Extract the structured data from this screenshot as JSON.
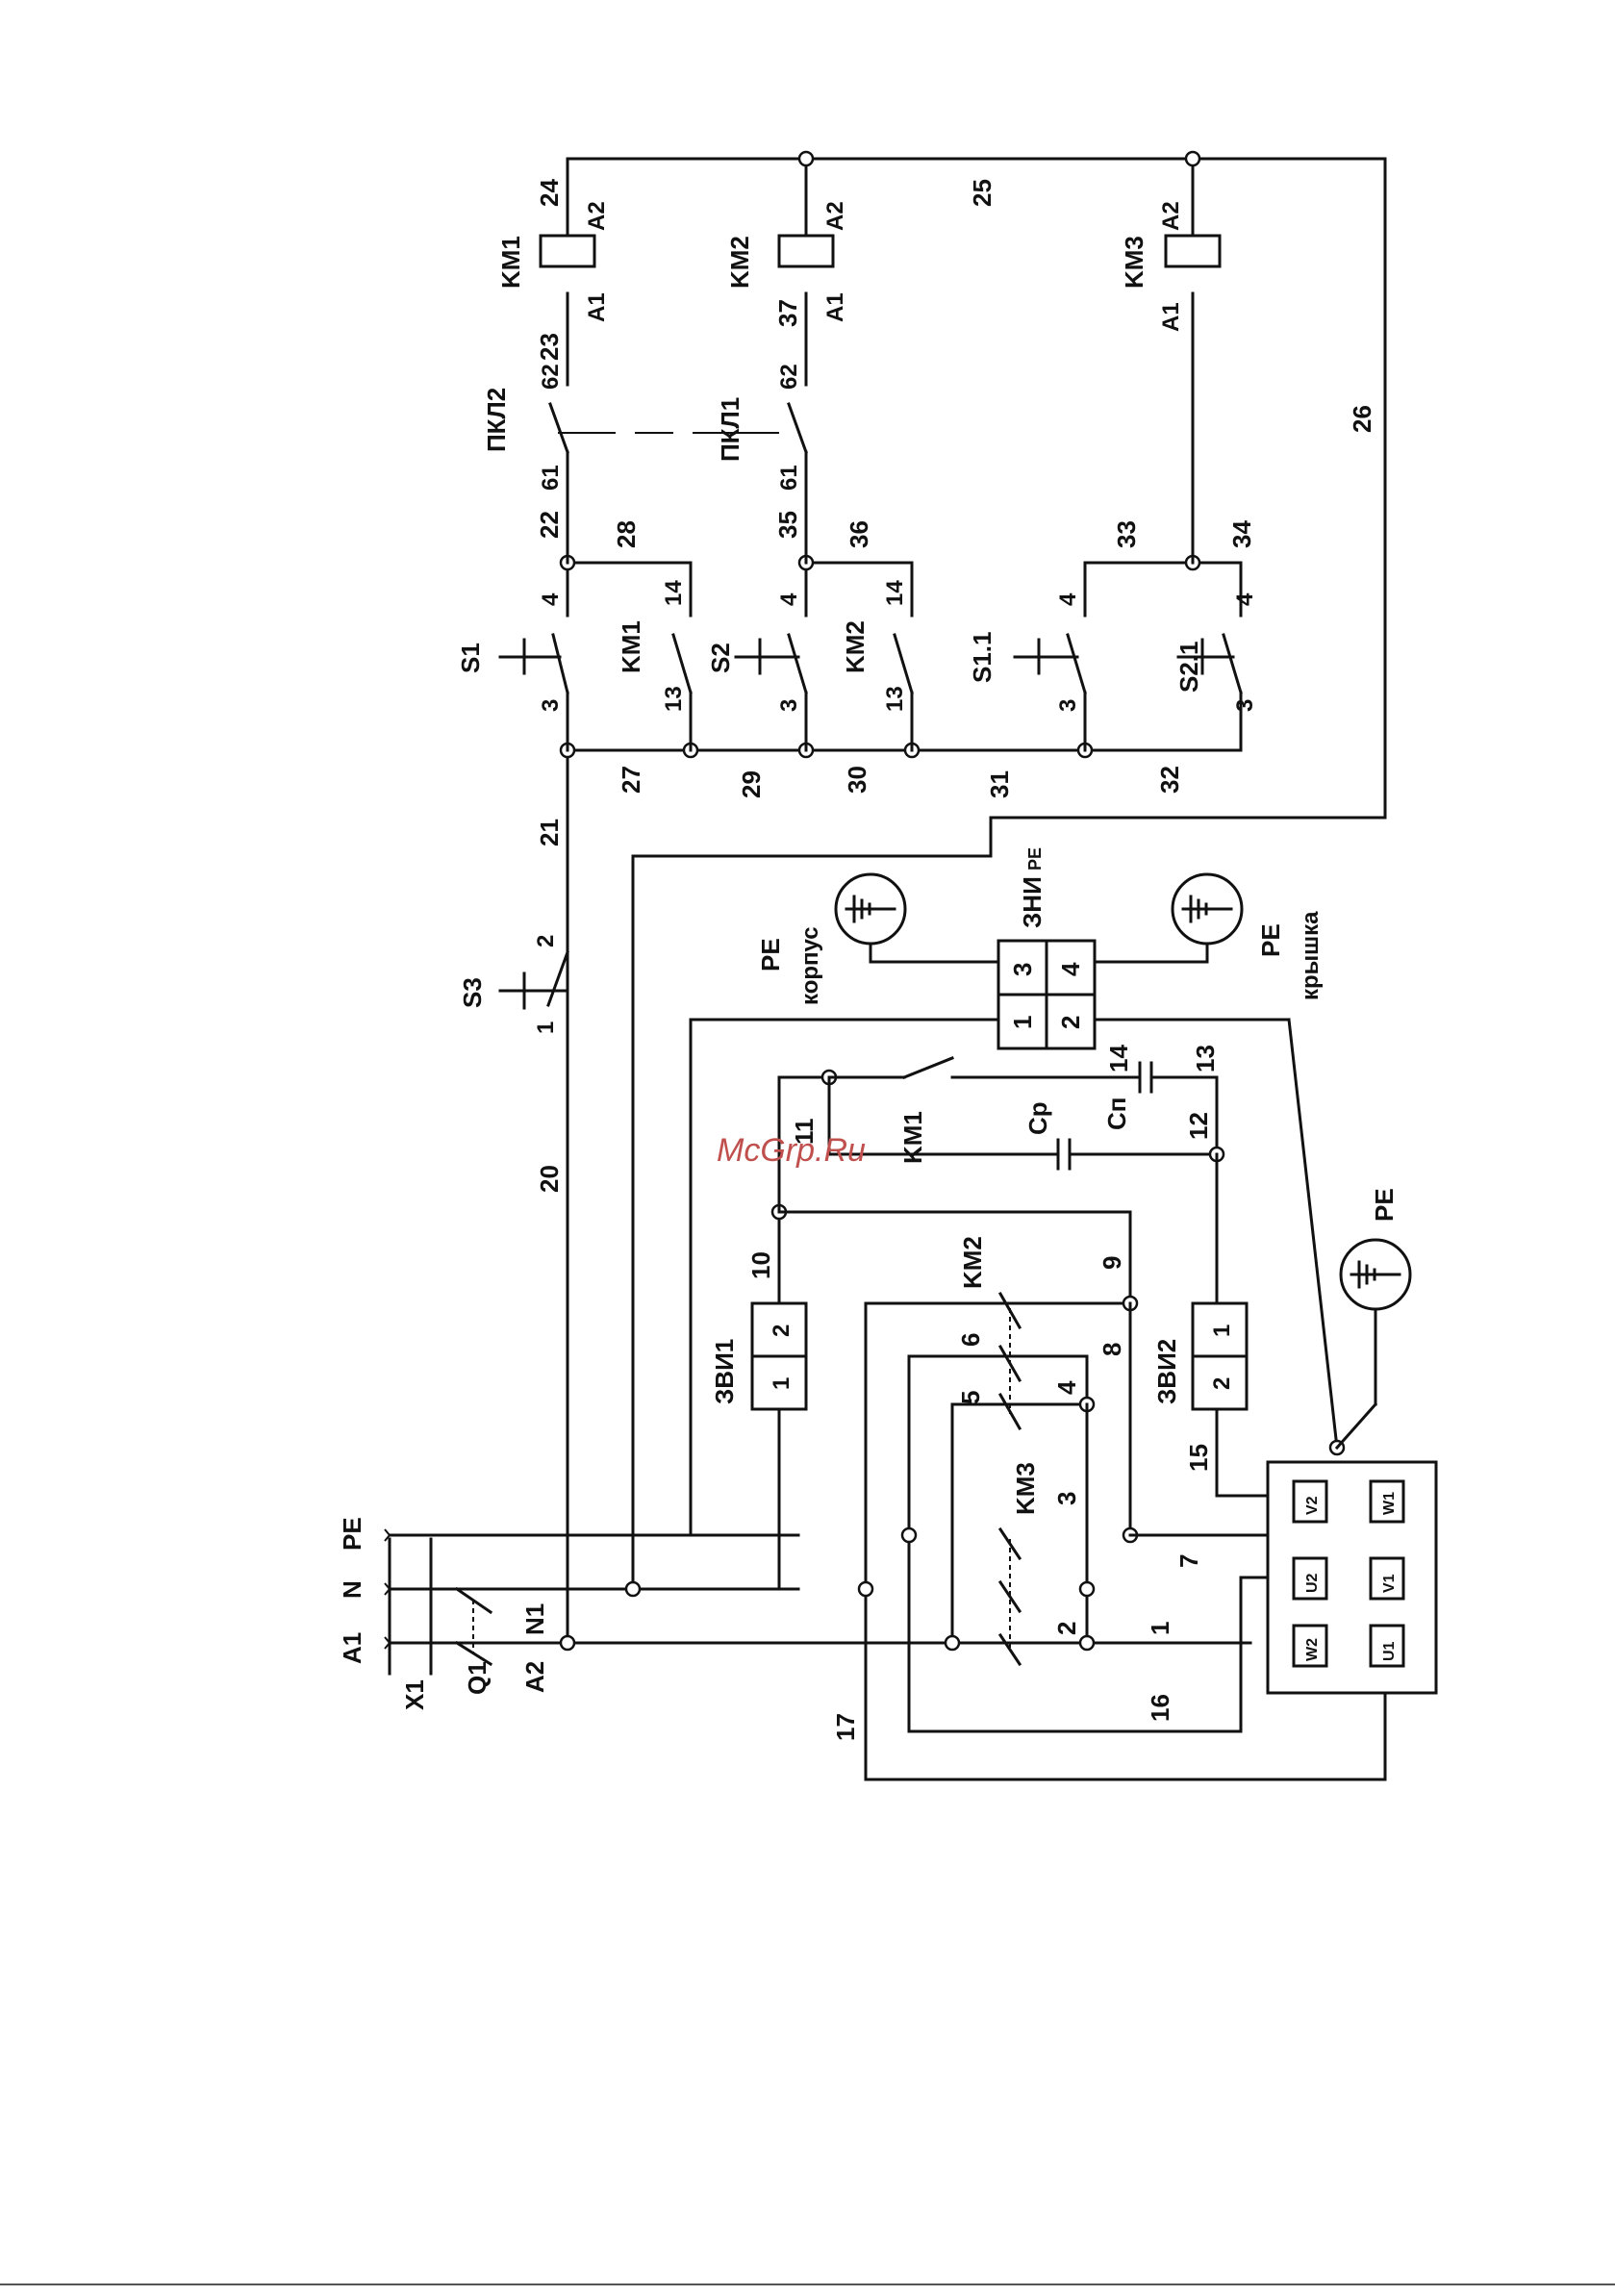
{
  "diagram": {
    "watermark": "McGrp.Ru",
    "ground_labels": [
      {
        "key": "pe_korpus",
        "lines": [
          "PE",
          "корпус"
        ]
      },
      {
        "key": "pe_kryshka",
        "lines": [
          "PE",
          "крышка"
        ]
      },
      {
        "key": "pe_motor",
        "lines": [
          "PE"
        ]
      }
    ],
    "terminal_x1": {
      "label": "X1",
      "pins": [
        "A1",
        "N",
        "PE"
      ]
    },
    "breaker_q1": {
      "label": "Q1",
      "out_pins": [
        "A2",
        "N1"
      ]
    },
    "components": [
      {
        "key": "S3",
        "text": "S3"
      },
      {
        "key": "S1",
        "text": "S1"
      },
      {
        "key": "S2",
        "text": "S2"
      },
      {
        "key": "S11",
        "text": "S1.1"
      },
      {
        "key": "S21",
        "text": "S2.1"
      },
      {
        "key": "KM1",
        "text": "KM1"
      },
      {
        "key": "KM2",
        "text": "KM2"
      },
      {
        "key": "KM3",
        "text": "KM3"
      },
      {
        "key": "KM1b",
        "text": "KM1"
      },
      {
        "key": "KM2b",
        "text": "KM2"
      },
      {
        "key": "KM3b",
        "text": "KM3"
      },
      {
        "key": "KM1c",
        "text": "KM1"
      },
      {
        "key": "KM2c",
        "text": "KM2"
      },
      {
        "key": "PKL1",
        "text": "ПКЛ1"
      },
      {
        "key": "PKL2",
        "text": "ПКЛ2"
      },
      {
        "key": "ZVI1",
        "text": "ЗВИ1"
      },
      {
        "key": "ZVI2",
        "text": "ЗВИ2"
      },
      {
        "key": "ZNI",
        "text": "ЗНИ"
      },
      {
        "key": "ZNI_sub",
        "text": "PE"
      },
      {
        "key": "Cp",
        "text": "Ср"
      },
      {
        "key": "Cn",
        "text": "Сп"
      }
    ],
    "wire_numbers": [
      "20",
      "21",
      "27",
      "29",
      "30",
      "31",
      "32",
      "22",
      "28",
      "35",
      "36",
      "33",
      "34",
      "24",
      "25",
      "26",
      "37",
      "23",
      "10",
      "11",
      "9",
      "8",
      "7",
      "6",
      "5",
      "4",
      "3",
      "2",
      "1",
      "12",
      "13",
      "14",
      "15",
      "16",
      "17"
    ],
    "pin_labels": {
      "s3": [
        "1",
        "2"
      ],
      "s1": [
        "3",
        "4"
      ],
      "s2": [
        "3",
        "4"
      ],
      "s11": [
        "3",
        "4"
      ],
      "s21": [
        "3",
        "4"
      ],
      "km1_aux": [
        "13",
        "14"
      ],
      "km2_aux": [
        "13",
        "14"
      ],
      "pkl2": [
        "61",
        "62"
      ],
      "pkl1": [
        "61",
        "62"
      ],
      "coil": [
        "A1",
        "A2"
      ],
      "zvi1": [
        "1",
        "2"
      ],
      "zvi2": [
        "2",
        "1"
      ],
      "zni": [
        "1",
        "2",
        "3",
        "4"
      ]
    },
    "motor_terminals": [
      "W2",
      "U2",
      "V2",
      "U1",
      "V1",
      "W1"
    ]
  }
}
